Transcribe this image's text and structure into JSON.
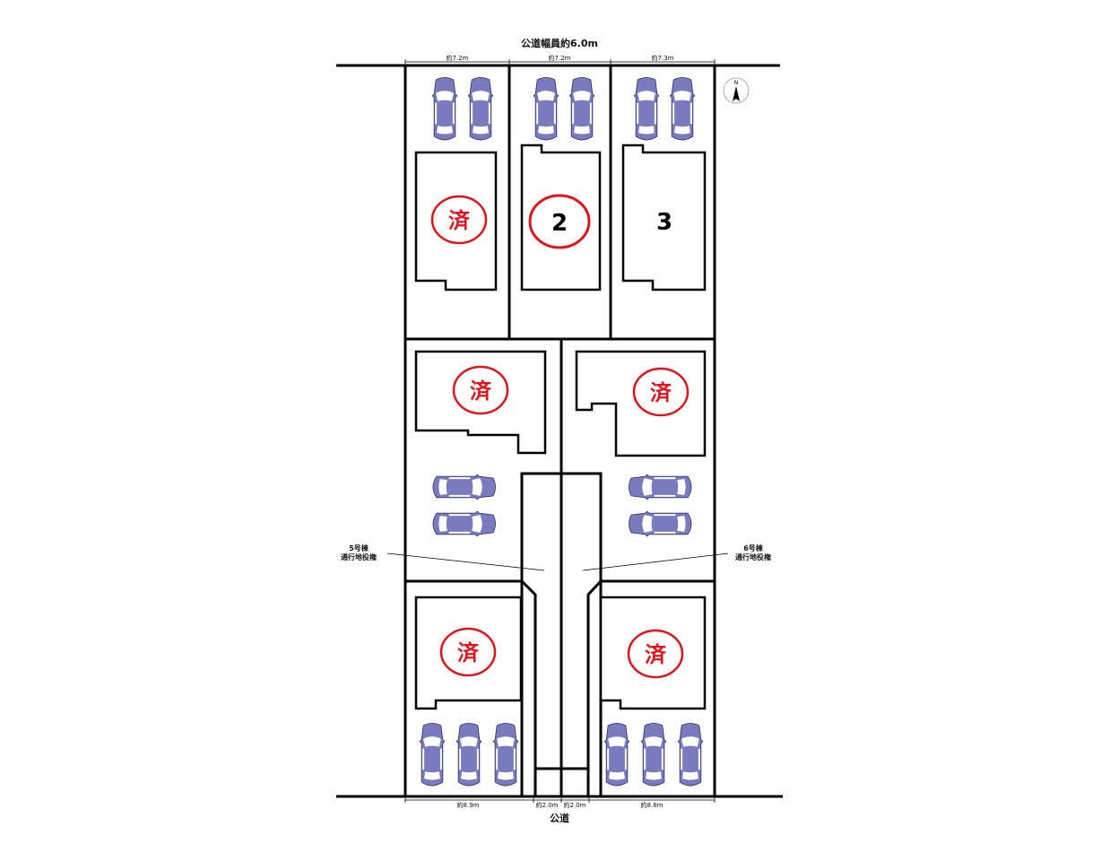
{
  "road_top_label": "公道幅員約6.0m",
  "road_bottom_label": "公道",
  "top_dimensions": [
    "約7.2m",
    "約7.2m",
    "約7.3m"
  ],
  "bottom_dimensions": [
    "約8.9m",
    "約2.0m",
    "約2.0m",
    "約8.8m"
  ],
  "easement_labels": {
    "left_line1": "5号棟",
    "left_line2": "通行地役権",
    "right_line1": "6号棟",
    "right_line2": "通行地役権"
  },
  "lots": [
    {
      "id": 1,
      "mark": "済",
      "status": "sold"
    },
    {
      "id": 2,
      "mark": "2",
      "status": "highlighted"
    },
    {
      "id": 3,
      "mark": "3",
      "status": "available"
    },
    {
      "id": 4,
      "mark": "済",
      "status": "sold"
    },
    {
      "id": 5,
      "mark": "済",
      "status": "sold"
    },
    {
      "id": 6,
      "mark": "済",
      "status": "sold"
    },
    {
      "id": 7,
      "mark": "済",
      "status": "sold"
    }
  ],
  "north_label": "N",
  "colors": {
    "sold": "#e0141c",
    "car": "#7a7bbf",
    "line": "#000000"
  }
}
